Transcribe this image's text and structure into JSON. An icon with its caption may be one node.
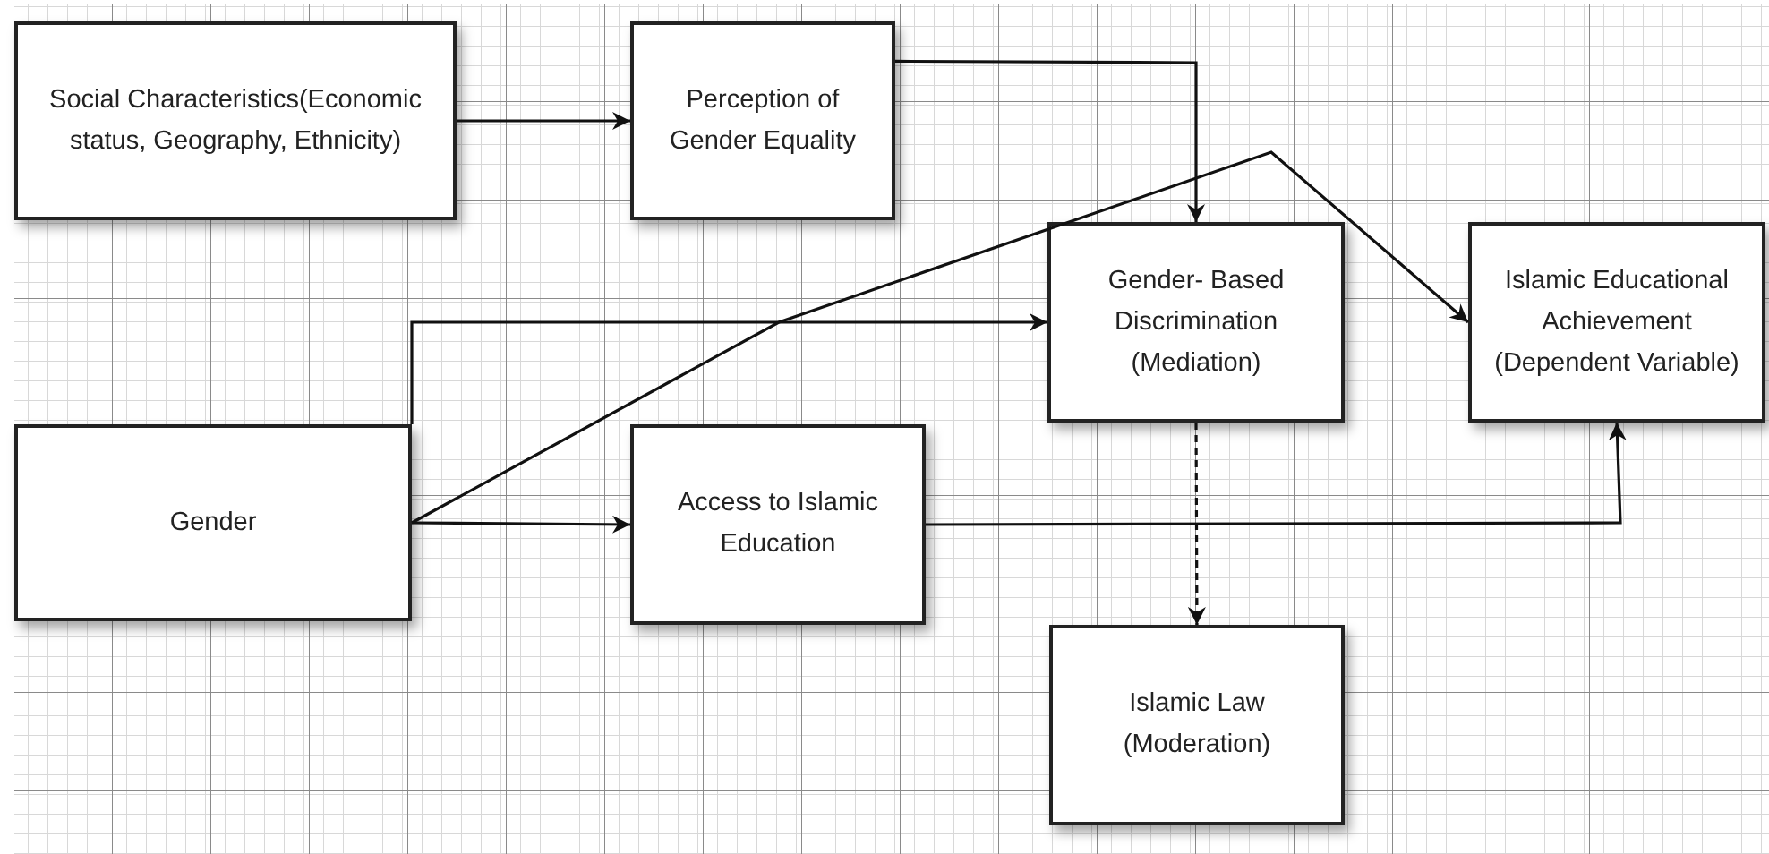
{
  "diagram": {
    "nodes": [
      {
        "text": [
          "Social Characteristics(Economic status, Geography, Ethnicity)"
        ]
      },
      {
        "text": [
          "Perception of Gender Equality"
        ]
      },
      {
        "text": [
          "Gender- Based Discrimination (Mediation)"
        ]
      },
      {
        "text": [
          "Islamic Educational Achievement (Dependent Variable)"
        ]
      },
      {
        "text": [
          "Gender"
        ]
      },
      {
        "text": [
          "Access to Islamic Education"
        ]
      },
      {
        "text": [
          "Islamic Law (Moderation)"
        ]
      }
    ],
    "edges": [
      {
        "from": 0,
        "to": 1,
        "arrow": "to"
      },
      {
        "from": 1,
        "to": 2,
        "arrow": "to"
      },
      {
        "from": 4,
        "to": 2,
        "arrow": "to"
      },
      {
        "from": 4,
        "to": 3,
        "arrow": "to"
      },
      {
        "from": 4,
        "to": 5,
        "arrow": "to"
      },
      {
        "from": 5,
        "to": 3,
        "arrow": "to"
      },
      {
        "from": 2,
        "to": 6,
        "arrow": "to",
        "style": "dashed"
      }
    ]
  }
}
